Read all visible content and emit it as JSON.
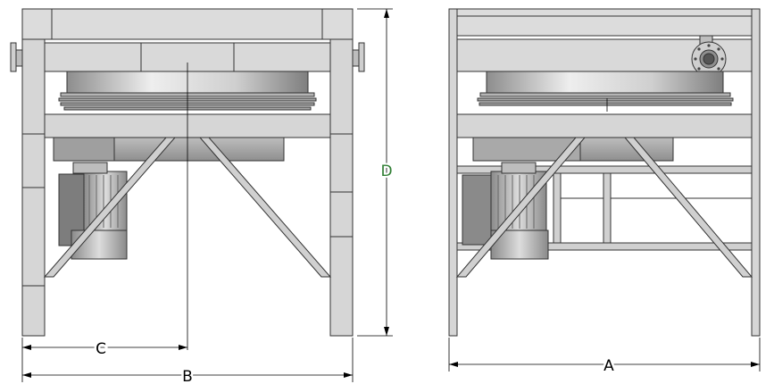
{
  "dimensions": {
    "a": "A",
    "b": "B",
    "c": "C",
    "d": "D"
  },
  "colors": {
    "steel_light": "#dcdcdc",
    "steel_mid": "#c4c4c4",
    "steel_dark": "#8a8a8a",
    "outline": "#333333",
    "dimension_line": "#000000",
    "dimension_text_d": "#2e7d32"
  }
}
